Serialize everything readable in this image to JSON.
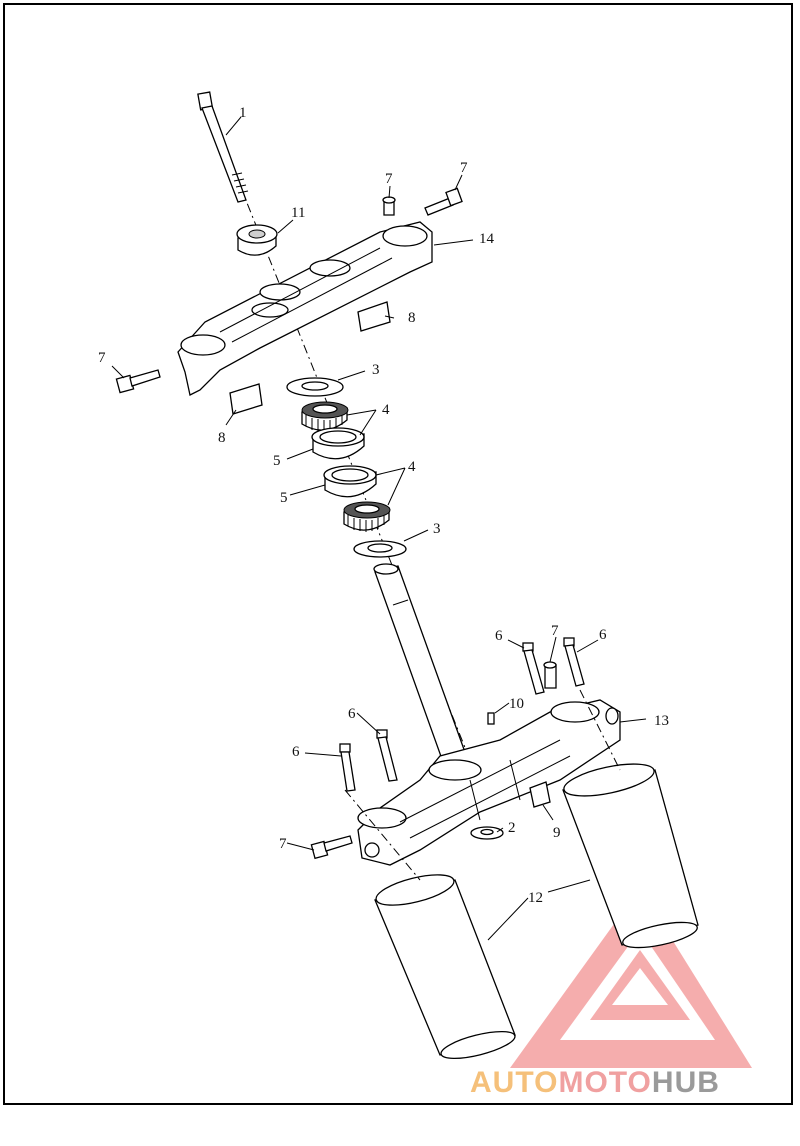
{
  "callouts": {
    "c1": "1",
    "c11": "11",
    "c7a": "7",
    "c7b": "7",
    "c14": "14",
    "c8a": "8",
    "c7c": "7",
    "c3a": "3",
    "c4a": "4",
    "c8b": "8",
    "c5a": "5",
    "c4b": "4",
    "c5b": "5",
    "c3b": "3",
    "c6a": "6",
    "c7d": "7",
    "c6b": "6",
    "c10": "10",
    "c13": "13",
    "c6c": "6",
    "c6d": "6",
    "c7e": "7",
    "c2": "2",
    "c9": "9",
    "c12": "12"
  },
  "watermark": {
    "part1": "AUTO",
    "part2": "MOTO",
    "part3": "HUB"
  },
  "colors": {
    "watermark_red": "#ee6b6b",
    "watermark_orange": "#f5c07a",
    "watermark_gray": "#9a9a9a"
  }
}
